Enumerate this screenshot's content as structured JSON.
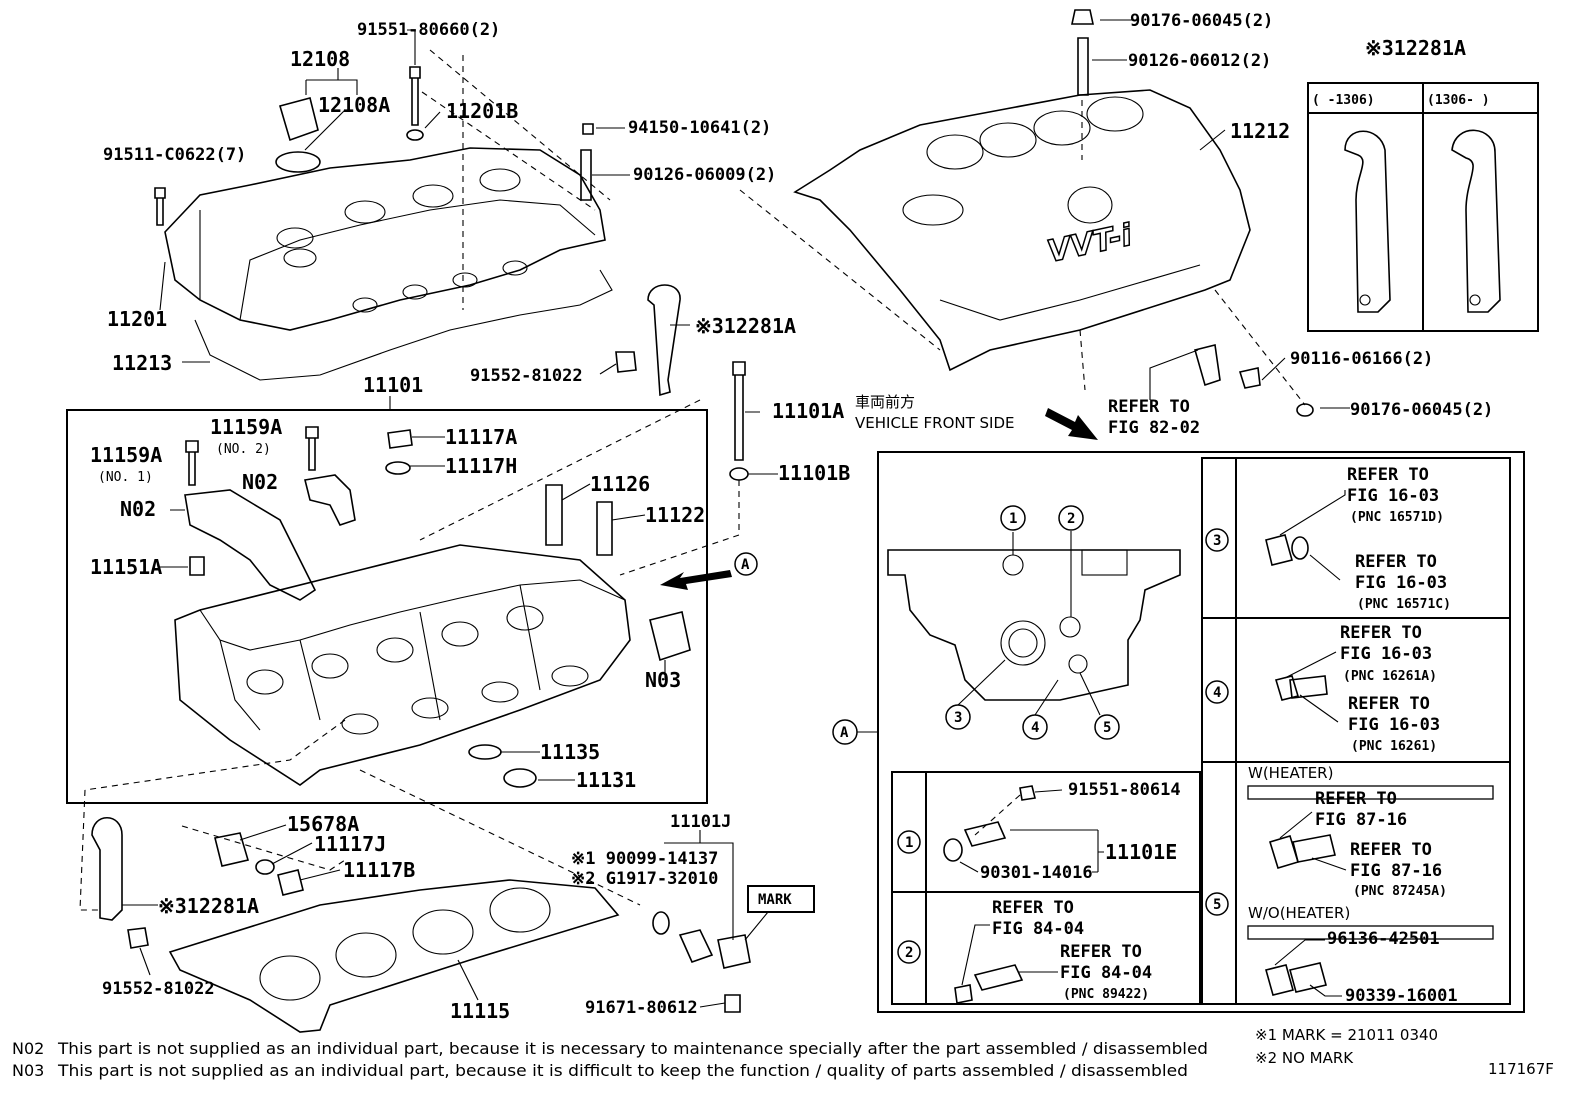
{
  "labels": {
    "p91551_80660": "91551-80660(2)",
    "p12108": "12108",
    "p12108A": "12108A",
    "p11201B": "11201B",
    "p91511_C0622": "91511-C0622(7)",
    "p94150_10641": "94150-10641(2)",
    "p90126_06009": "90126-06009(2)",
    "p11201": "11201",
    "p11213": "11213",
    "p90176_06045_top": "90176-06045(2)",
    "p90126_06012": "90126-06012(2)",
    "p11212": "11212",
    "p12281A_box": "※312281A",
    "range_left": "(    -1306)",
    "range_right": "(1306-    )",
    "p12281A_mid": "※312281A",
    "p91552_81022_mid": "91552-81022",
    "p11101": "11101",
    "p11101A": "11101A",
    "p11101B": "11101B",
    "front_jp": "車両前方",
    "front_en": "VEHICLE FRONT SIDE",
    "p90116_06166": "90116-06166(2)",
    "p90176_06045_r": "90176-06045(2)",
    "refer_82_1": "REFER TO",
    "refer_82_2": "FIG 82-02",
    "p11159A_no1": "11159A",
    "no1": "(NO. 1)",
    "p11159A_no2": "11159A",
    "no2": "(NO. 2)",
    "p11117A": "11117A",
    "p11117H": "11117H",
    "N02_a": "N02",
    "N02_b": "N02",
    "p11126": "11126",
    "p11122": "11122",
    "p11151A": "11151A",
    "callout_A": "A",
    "N03": "N03",
    "p11135": "11135",
    "p11131": "11131",
    "p15678A": "15678A",
    "p11117J": "11117J",
    "p11117B": "11117B",
    "p12281A_low": "※312281A",
    "p91552_81022_low": "91552-81022",
    "p11115": "11115",
    "p11101J": "11101J",
    "mark1_part": "※1 90099-14137",
    "mark2_part": "※2 G1917-32010",
    "mark_box": "MARK",
    "p91671_80612": "91671-80612"
  },
  "detail": {
    "A_label": "A",
    "circles": [
      "1",
      "2",
      "3",
      "4",
      "5"
    ],
    "d1_bolt": "91551-80614",
    "d1_gasket": "90301-14016",
    "d1_part": "11101E",
    "d2_refer1": "REFER TO",
    "d2_fig1": "FIG 84-04",
    "d2_refer2": "REFER TO",
    "d2_fig2": "FIG 84-04",
    "d2_pnc": "(PNC 89422)",
    "d3_refer1": "REFER TO",
    "d3_fig1": "FIG 16-03",
    "d3_pnc1": "(PNC 16571D)",
    "d3_refer2": "REFER TO",
    "d3_fig2": "FIG 16-03",
    "d3_pnc2": "(PNC 16571C)",
    "d4_refer1": "REFER TO",
    "d4_fig1": "FIG 16-03",
    "d4_pnc1": "(PNC 16261A)",
    "d4_refer2": "REFER TO",
    "d4_fig2": "FIG 16-03",
    "d4_pnc2": "(PNC 16261)",
    "d5_w_heater": "W(HEATER)",
    "d5_refer1": "REFER TO",
    "d5_fig1": "FIG 87-16",
    "d5_refer2": "REFER TO",
    "d5_fig2": "FIG 87-16",
    "d5_pnc": "(PNC 87245A)",
    "d5_wo_heater": "W/O(HEATER)",
    "d5_p1": "96136-42501",
    "d5_p2": "90339-16001"
  },
  "notes": {
    "mark1": "※1 MARK = 21011 0340",
    "mark2": "※2 NO MARK",
    "n02_code": "N02",
    "n02_text": "This part is not supplied as an individual part, because it is necessary to maintenance specially after the part assembled / disassembled",
    "n03_code": "N03",
    "n03_text": "This part is not supplied as an individual part, because it is difficult to keep the function / quality of parts  assembled / disassembled",
    "fig_number": "117167F"
  }
}
